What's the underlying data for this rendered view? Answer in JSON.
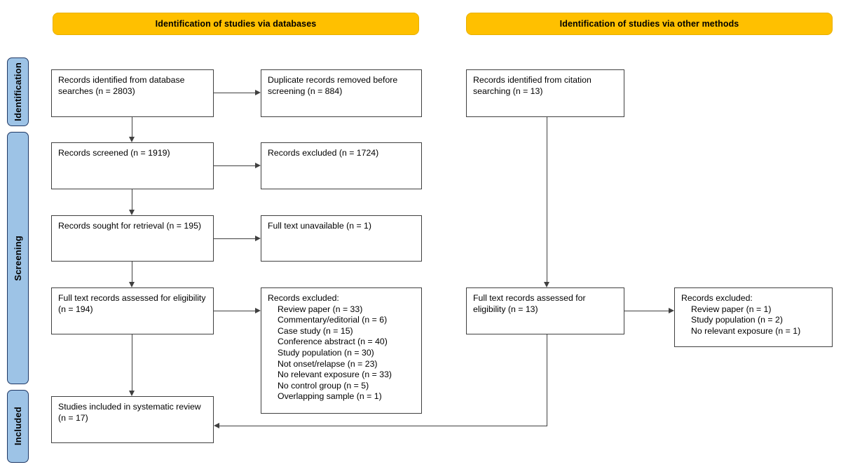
{
  "diagram": {
    "type": "prisma-flow-diagram",
    "colors": {
      "header_fill": "#FFC000",
      "phase_fill": "#9DC3E6",
      "phase_border": "#1F3864",
      "box_border": "#404040",
      "background": "#FFFFFF"
    }
  },
  "section_headers": {
    "databases": "Identification of studies via databases",
    "other_methods": "Identification of studies via other methods"
  },
  "phases": [
    {
      "key": "identification",
      "label": "Identification"
    },
    {
      "key": "screening",
      "label": "Screening"
    },
    {
      "key": "included",
      "label": "Included"
    }
  ],
  "databases_column": {
    "records_identified": "Records identified from database searches (n = 2803)",
    "duplicates_removed": "Duplicate records removed before screening (n = 884)",
    "records_screened": "Records screened (n = 1919)",
    "records_excluded": "Records excluded (n = 1724)",
    "records_sought": "Records sought for retrieval (n = 195)",
    "full_text_unavailable": "Full text unavailable (n = 1)",
    "full_text_assessed": "Full text records assessed for eligibility (n = 194)",
    "excluded_title": "Records excluded:",
    "excluded_reasons": [
      "Review paper (n = 33)",
      "Commentary/editorial (n = 6)",
      "Case study (n = 15)",
      "Conference abstract (n = 40)",
      "Study population (n = 30)",
      "Not onset/relapse (n = 23)",
      "No relevant exposure (n = 33)",
      "No control group (n = 5)",
      "Overlapping sample (n = 1)"
    ],
    "studies_included": "Studies included in systematic review (n = 17)"
  },
  "other_methods_column": {
    "records_identified": "Records identified from citation searching (n = 13)",
    "full_text_assessed": "Full text records assessed for eligibility (n = 13)",
    "excluded_title": "Records excluded:",
    "excluded_reasons": [
      "Review paper (n = 1)",
      "Study population (n = 2)",
      "No relevant exposure (n = 1)"
    ]
  }
}
